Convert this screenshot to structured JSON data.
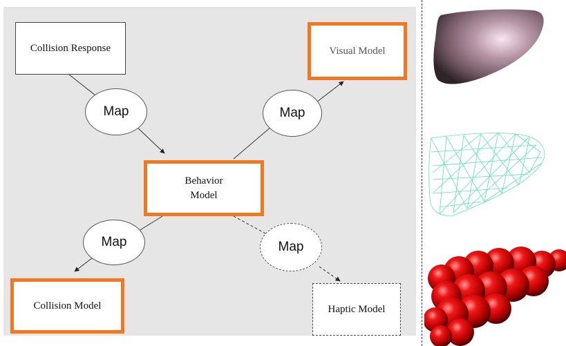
{
  "nodes": {
    "collision_response": "Collision Response",
    "visual_model": "Visual Model",
    "behavior_model": "Behavior Model",
    "collision_model": "Collision Model",
    "haptic_model": "Haptic Model"
  },
  "map_labels": {
    "top_left": "Map",
    "top_right": "Map",
    "bottom_left": "Map",
    "bottom_right": "Map"
  },
  "colors": {
    "highlight_border": "#f07823",
    "panel_background": "#e6e6e6",
    "shaded_model": "#6e5560",
    "wireframe_model": "#5fe0b4",
    "sphere_model": "#e00000"
  },
  "model_images": [
    "shaded-surface",
    "wireframe-mesh",
    "sphere-collision-model"
  ]
}
